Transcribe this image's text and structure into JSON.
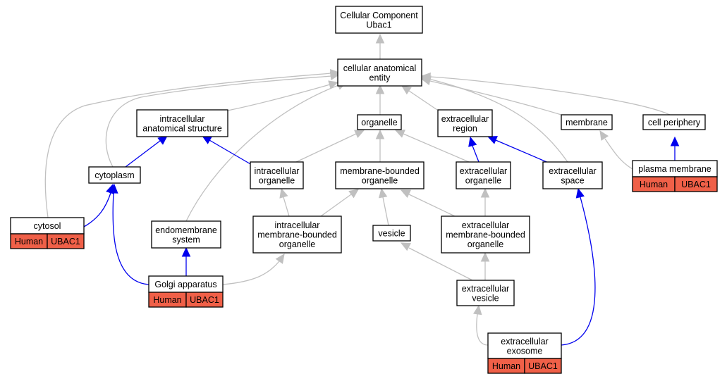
{
  "colors": {
    "gray_edge": "#c0c0c0",
    "blue_edge": "#0000ee",
    "annotation_fill": "#f06048",
    "node_border": "#000000",
    "background": "#ffffff"
  },
  "nodes": {
    "root": [
      "Cellular Component",
      "Ubac1"
    ],
    "cae": [
      "cellular anatomical",
      "entity"
    ],
    "ias": [
      "intracellular",
      "anatomical structure"
    ],
    "org": [
      "organelle"
    ],
    "exr": [
      "extracellular",
      "region"
    ],
    "mem": [
      "membrane"
    ],
    "cp": [
      "cell periphery"
    ],
    "cyto": [
      "cytoplasm"
    ],
    "io": [
      "intracellular",
      "organelle"
    ],
    "mbo": [
      "membrane-bounded",
      "organelle"
    ],
    "exo": [
      "extracellular",
      "organelle"
    ],
    "exs": [
      "extracellular",
      "space"
    ],
    "pm": [
      "plasma membrane"
    ],
    "cytosol": [
      "cytosol"
    ],
    "endo": [
      "endomembrane",
      "system"
    ],
    "imbo": [
      "intracellular",
      "membrane-bounded",
      "organelle"
    ],
    "ves": [
      "vesicle"
    ],
    "embo": [
      "extracellular",
      "membrane-bounded",
      "organelle"
    ],
    "golgi": [
      "Golgi apparatus"
    ],
    "exves": [
      "extracellular",
      "vesicle"
    ],
    "exosome": [
      "extracellular",
      "exosome"
    ]
  },
  "annotation": {
    "species": "Human",
    "gene": "UBAC1"
  }
}
